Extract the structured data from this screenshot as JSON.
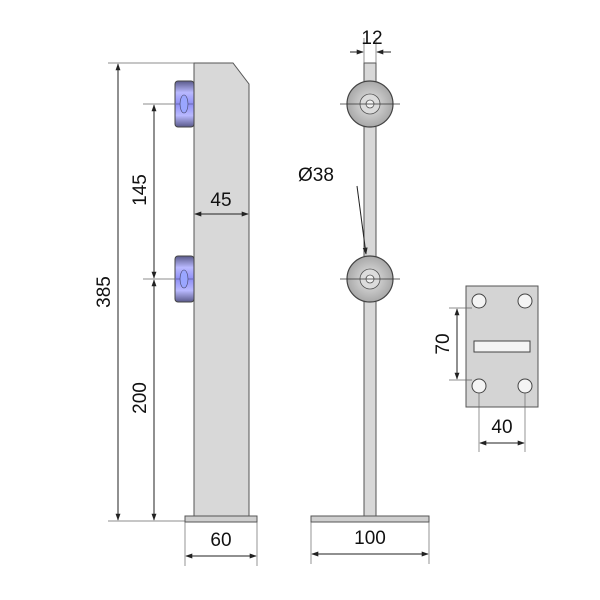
{
  "dimensions": {
    "total_height": "385",
    "upper_spacing": "145",
    "lower_spacing": "200",
    "post_depth": "45",
    "base_depth": "60",
    "post_thickness": "12",
    "clamp_diameter": "Ø38",
    "base_width": "100",
    "hole_spacing_vertical": "70",
    "hole_spacing_horizontal": "40"
  },
  "colors": {
    "steel": "#d8d8d8",
    "glass_clamp": "#8f8ff5",
    "outline": "#555555"
  }
}
